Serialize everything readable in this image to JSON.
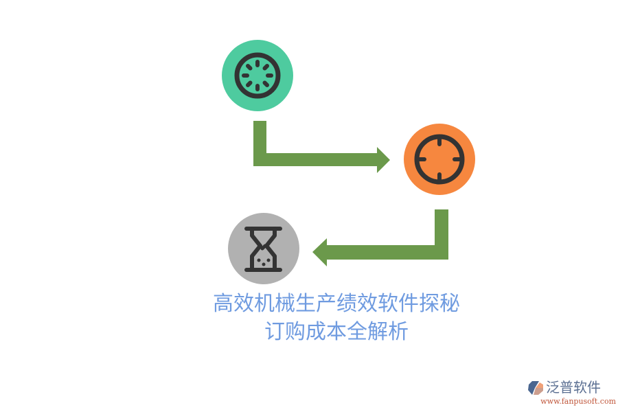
{
  "title": {
    "line1": "高效机械生产绩效软件探秘",
    "line2": "订购成本全解析"
  },
  "nodes": [
    {
      "id": "step-1",
      "icon": "loading-spinner-icon",
      "color": "#4ecb9f"
    },
    {
      "id": "step-2",
      "icon": "crosshair-target-icon",
      "color": "#f6873f"
    },
    {
      "id": "step-3",
      "icon": "hourglass-icon",
      "color": "#b1b1b1"
    }
  ],
  "arrows": [
    {
      "from": "step-1",
      "to": "step-2",
      "color": "#6b994b"
    },
    {
      "from": "step-2",
      "to": "step-3",
      "color": "#6b994b"
    }
  ],
  "icon_stroke_color": "#333333",
  "logo": {
    "name": "泛普软件",
    "url": "www.fanpusoft.com"
  }
}
